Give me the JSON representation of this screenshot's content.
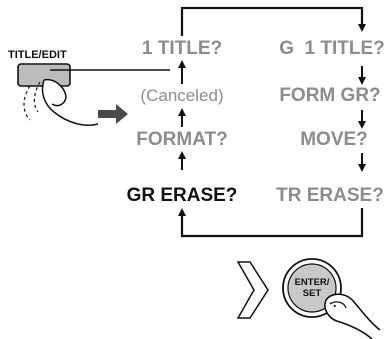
{
  "button_label": "TITLE/EDIT",
  "left_column": {
    "item1": "1 TITLE?",
    "item2": "(Canceled)",
    "item3": "FORMAT?",
    "item4": "GR ERASE?"
  },
  "right_column": {
    "item1": "G  1 TITLE?",
    "item2": "FORM GR?",
    "item3": "MOVE?",
    "item4": "TR ERASE?"
  },
  "enter_button": {
    "line1": "ENTER/",
    "line2": "SET"
  },
  "colors": {
    "grey_text": "#8c8c8c",
    "highlight_text": "#111111",
    "button_fill": "#bcbcbc",
    "enter_fill": "#c8c8c8"
  }
}
